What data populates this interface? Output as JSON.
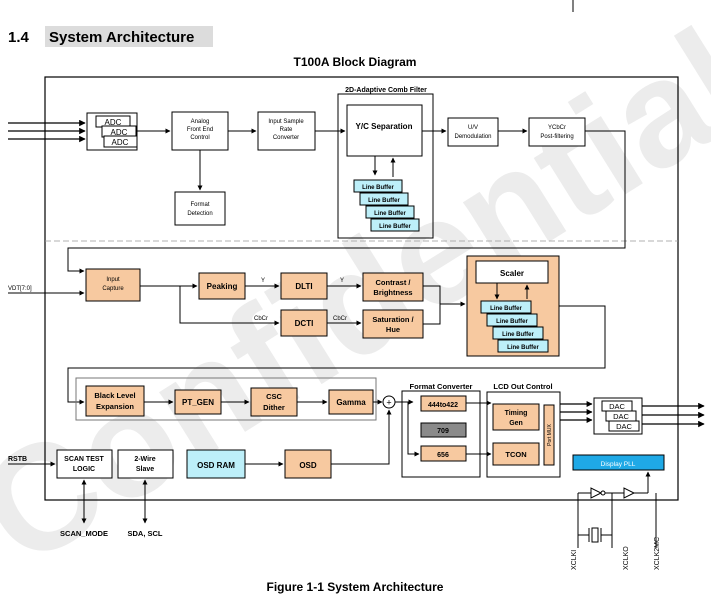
{
  "section": {
    "number": "1.4",
    "title": "System Architecture"
  },
  "diagram_title": "T100A Block Diagram",
  "caption": "Figure 1-1 System Architecture",
  "watermark": "Confidential",
  "colors": {
    "peach": "#F7C9A0",
    "cyan": "#BDEFF9",
    "display_pll": "#1FA9E6",
    "gray": "#8A8A8A",
    "stroke": "#000000"
  },
  "blocks": {
    "adc": [
      "ADC",
      "ADC",
      "ADC"
    ],
    "afe": [
      "Analog",
      "Front End",
      "Control"
    ],
    "src": [
      "Input Sample",
      "Rate",
      "Converter"
    ],
    "comb_title": "2D-Adaptive Comb Filter",
    "yc_sep": "Y/C Separation",
    "comb_lb": [
      "Line Buffer",
      "Line Buffer",
      "Line Buffer",
      "Line Buffer"
    ],
    "uv_demod": [
      "U/V",
      "Demodulation"
    ],
    "ycbcr_post": [
      "YCbCr",
      "Post-filtering"
    ],
    "format_det": [
      "Format",
      "Detection"
    ],
    "input_capture": [
      "Input",
      "Capture"
    ],
    "peaking": "Peaking",
    "dlti": "DLTI",
    "dcti": "DCTI",
    "contrast": [
      "Contrast /",
      "Brightness"
    ],
    "saturation": [
      "Saturation /",
      "Hue"
    ],
    "scaler": "Scaler",
    "scaler_lb": [
      "Line Buffer",
      "Line Buffer",
      "Line Buffer",
      "Line Buffer"
    ],
    "black_level": [
      "Black Level",
      "Expansion"
    ],
    "pt_gen": "PT_GEN",
    "csc": [
      "CSC",
      "Dither"
    ],
    "gamma": "Gamma",
    "format_conv_title": "Format Converter",
    "fc_444": "444to422",
    "fc_709": "709",
    "fc_656": "656",
    "lcd_title": "LCD Out Control",
    "timing_gen": [
      "Timing",
      "Gen"
    ],
    "tcon": "TCON",
    "port_mux": "Port MUX",
    "dac": [
      "DAC",
      "DAC",
      "DAC"
    ],
    "display_pll": "Display PLL",
    "scan_test": [
      "SCAN TEST",
      "LOGIC"
    ],
    "two_wire": [
      "2-Wire",
      "Slave"
    ],
    "osd_ram": "OSD RAM",
    "osd": "OSD"
  },
  "signals": {
    "vdt": "VDT[7:0]",
    "rstb": "RSTB",
    "y1": "Y",
    "y2": "Y",
    "cbcr1": "CbCr",
    "cbcr2": "CbCr",
    "scan_mode": "SCAN_MODE",
    "sda_scl": "SDA, SCL",
    "xclki": "XCLKI",
    "xclko": "XCLKO",
    "xclk2mc": "XCLK2MC"
  }
}
